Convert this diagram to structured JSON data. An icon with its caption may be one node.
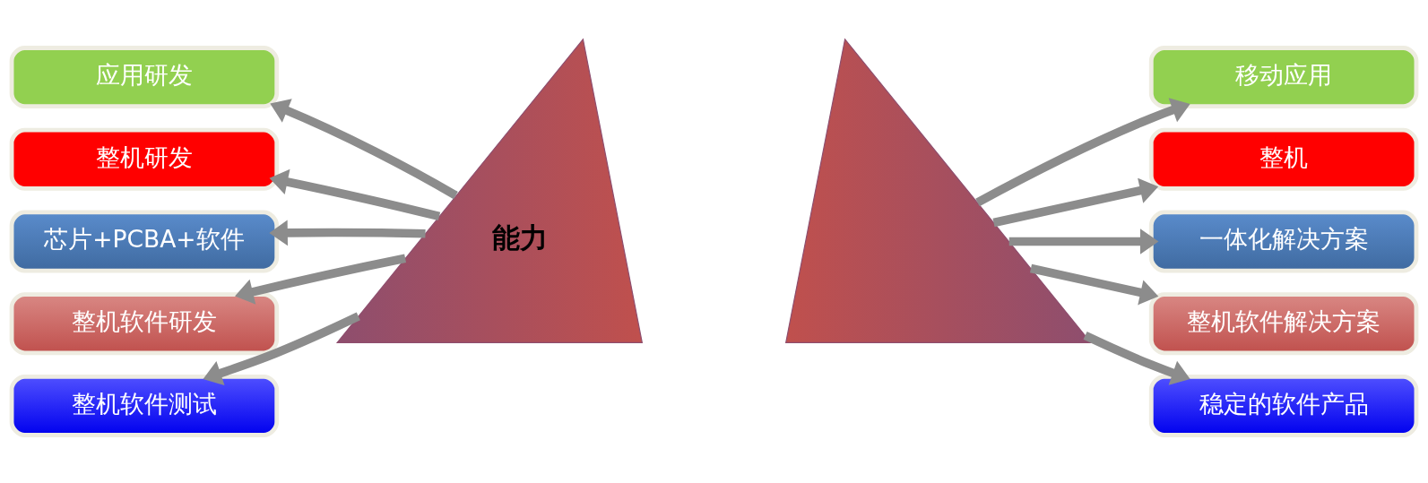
{
  "diagram": {
    "nodes": [
      {
        "text": [
          "能力"
        ]
      },
      {
        "text": [
          "应用研发"
        ]
      },
      {
        "text": [
          "整机研发"
        ]
      },
      {
        "text": [
          "芯片+PCBA+软件"
        ]
      },
      {
        "text": [
          "整机软件研发"
        ]
      },
      {
        "text": [
          "整机软件测试"
        ]
      },
      {
        "text": [],
        "shape": "triangle"
      },
      {
        "text": [
          "移动应用"
        ]
      },
      {
        "text": [
          "整机"
        ]
      },
      {
        "text": [
          "一体化解决方案"
        ]
      },
      {
        "text": [
          "整机软件解决方案"
        ]
      },
      {
        "text": [
          "稳定的软件产品"
        ]
      }
    ],
    "edges": [
      {
        "from": 0,
        "to": 1,
        "arrow": "to"
      },
      {
        "from": 0,
        "to": 2,
        "arrow": "to"
      },
      {
        "from": 0,
        "to": 3,
        "arrow": "to"
      },
      {
        "from": 0,
        "to": 4,
        "arrow": "to"
      },
      {
        "from": 0,
        "to": 5,
        "arrow": "to"
      },
      {
        "from": 6,
        "to": 7,
        "arrow": "to"
      },
      {
        "from": 6,
        "to": 8,
        "arrow": "to"
      },
      {
        "from": 6,
        "to": 9,
        "arrow": "to"
      },
      {
        "from": 6,
        "to": 10,
        "arrow": "to"
      },
      {
        "from": 6,
        "to": 11,
        "arrow": "to"
      }
    ]
  }
}
